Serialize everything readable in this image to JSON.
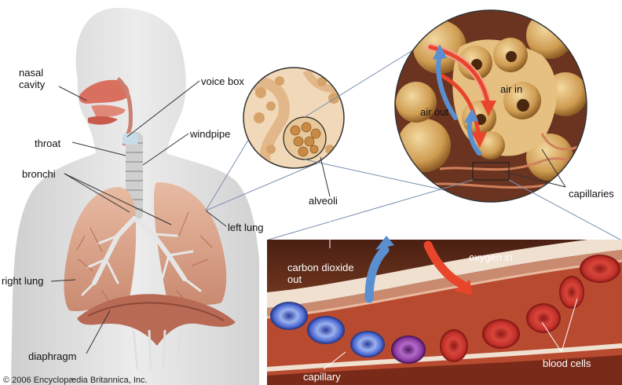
{
  "labels": {
    "nasal_cavity": "nasal\ncavity",
    "voice_box": "voice box",
    "windpipe": "windpipe",
    "throat": "throat",
    "bronchi": "bronchi",
    "right_lung": "right lung",
    "left_lung": "left lung",
    "diaphragm": "diaphragm",
    "alveoli": "alveoli",
    "air_in": "air in",
    "air_out": "air out",
    "capillaries": "capillaries",
    "carbon_dioxide_out": "carbon dioxide\nout",
    "oxygen_in": "oxygen in",
    "capillary": "capillary",
    "blood_cells": "blood cells"
  },
  "copyright": "© 2006 Encyclopædia Britannica, Inc.",
  "colors": {
    "body_silhouette": "#dcdcdc",
    "lung": "#d9a58c",
    "windpipe": "#c9c9c9",
    "alveoli": "#d8b06a",
    "arrow_air_in": "#e8452b",
    "arrow_air_out": "#5a8fd0",
    "red_blood_cell": "#c8322c",
    "blue_blood_cell": "#4a64c8",
    "purple_blood_cell": "#8a3aa0",
    "inset_background": "#6b3420"
  }
}
